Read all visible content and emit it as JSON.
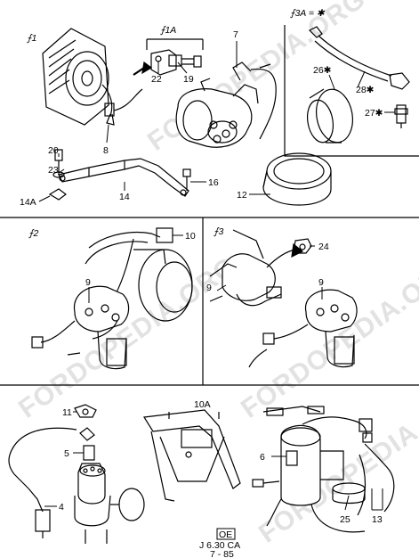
{
  "watermark": "FORDOPEDIA.ORG",
  "sections": {
    "s1": "⨍1",
    "s3a": "⨍3A = ✱",
    "s2": "⨍2",
    "s3": "⨍3",
    "s1a": "⨍1A",
    "s10a": "10A"
  },
  "callouts": {
    "c7": "7",
    "c22": "22",
    "c19": "19",
    "c8": "8",
    "c20": "20",
    "c23": "23",
    "c14a": "14A",
    "c14": "14",
    "c16": "16",
    "c12": "12",
    "c26": "26✱",
    "c28": "28✱",
    "c27": "27✱",
    "c10": "10",
    "c9a": "9",
    "c24": "24",
    "c9b": "9",
    "c9c": "9",
    "c11": "11",
    "c5": "5",
    "c4": "4",
    "c6": "6",
    "c25": "25",
    "c13": "13"
  },
  "footer": {
    "badge": "OE",
    "code": "J  6.30 CA",
    "date": "7 - 85"
  }
}
